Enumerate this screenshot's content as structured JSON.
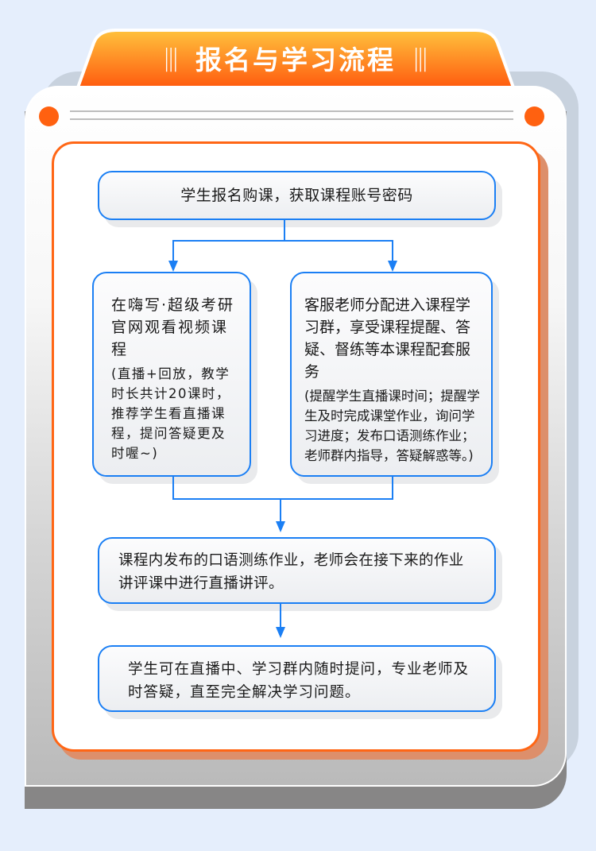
{
  "header": {
    "title": "报名与学习流程",
    "left_ornament": "|||",
    "right_ornament": "|||"
  },
  "colors": {
    "background": "#e5eefc",
    "accent_orange": "#ff6615",
    "tab_gradient_top": "#ffc23d",
    "tab_gradient_bottom": "#ff5b0f",
    "flow_blue": "#1b7ff4",
    "back_card": "#c8d2de"
  },
  "flow": {
    "step1": {
      "text": "学生报名购课，获取课程账号密码"
    },
    "step2_left": {
      "main": "在嗨写·超级考研官网观看视频课程",
      "sub": "(直播+回放，教学时长共计20课时，推荐学生看直播课程，提问答疑更及时喔~)"
    },
    "step2_right": {
      "main": "客服老师分配进入课程学习群，享受课程提醒、答疑、督练等本课程配套服务",
      "sub": "(提醒学生直播课时间；提醒学生及时完成课堂作业，询问学习进度；发布口语测练作业；老师群内指导，答疑解惑等。)"
    },
    "step3": {
      "text": "课程内发布的口语测练作业，老师会在接下来的作业讲评课中进行直播讲评。"
    },
    "step4": {
      "text": "学生可在直播中、学习群内随时提问，专业老师及时答疑，直至完全解决学习问题。"
    }
  }
}
